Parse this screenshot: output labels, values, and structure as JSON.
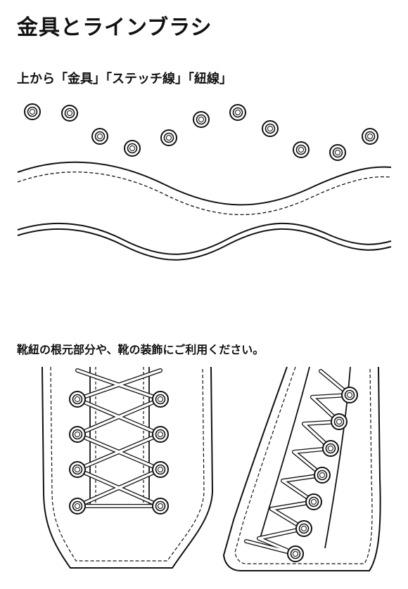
{
  "header": {
    "title": "金具とラインブラシ",
    "subtitle": "上から「金具」「ステッチ線」「紐線」"
  },
  "usage": {
    "note": "靴紐の根元部分や、靴の装飾にご利用ください。"
  },
  "colors": {
    "line": "#111111",
    "background": "#ffffff"
  },
  "illustrations": {
    "eyelet_brush": "eyelet-row",
    "stitch_brush": "stitch-line",
    "lace_brush": "lace-line",
    "example_front": "laced-boot-front",
    "example_side": "laced-boot-side"
  }
}
